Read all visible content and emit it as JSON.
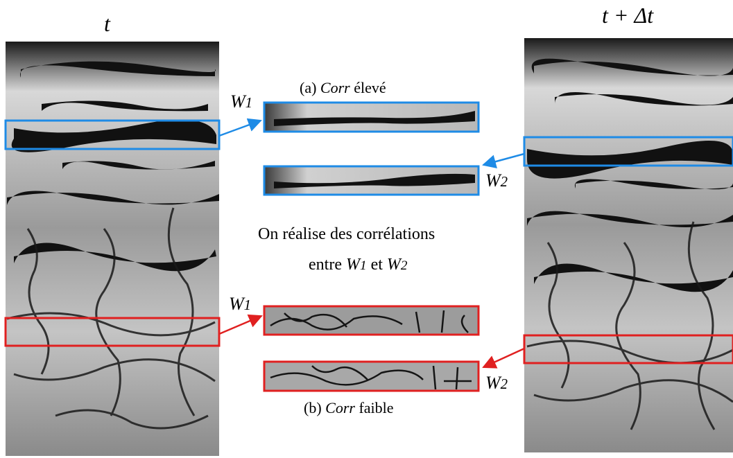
{
  "frames": {
    "left": {
      "time_label": "t"
    },
    "right": {
      "time_label": "t + Δt"
    }
  },
  "windows": {
    "w1_symbol": "W",
    "w1_sub": "1",
    "w2_symbol": "W",
    "w2_sub": "2"
  },
  "case_high": {
    "prefix": "(a) ",
    "term": "Corr",
    "suffix": " élevé"
  },
  "case_low": {
    "prefix": "(b) ",
    "term": "Corr",
    "suffix": " faible"
  },
  "explanation": {
    "line1": "On réalise des corrélations",
    "line2_prefix": "entre ",
    "line2_mid": " et "
  },
  "colors": {
    "high_corr": "#1e8be6",
    "low_corr": "#e02020",
    "text": "#000000"
  }
}
